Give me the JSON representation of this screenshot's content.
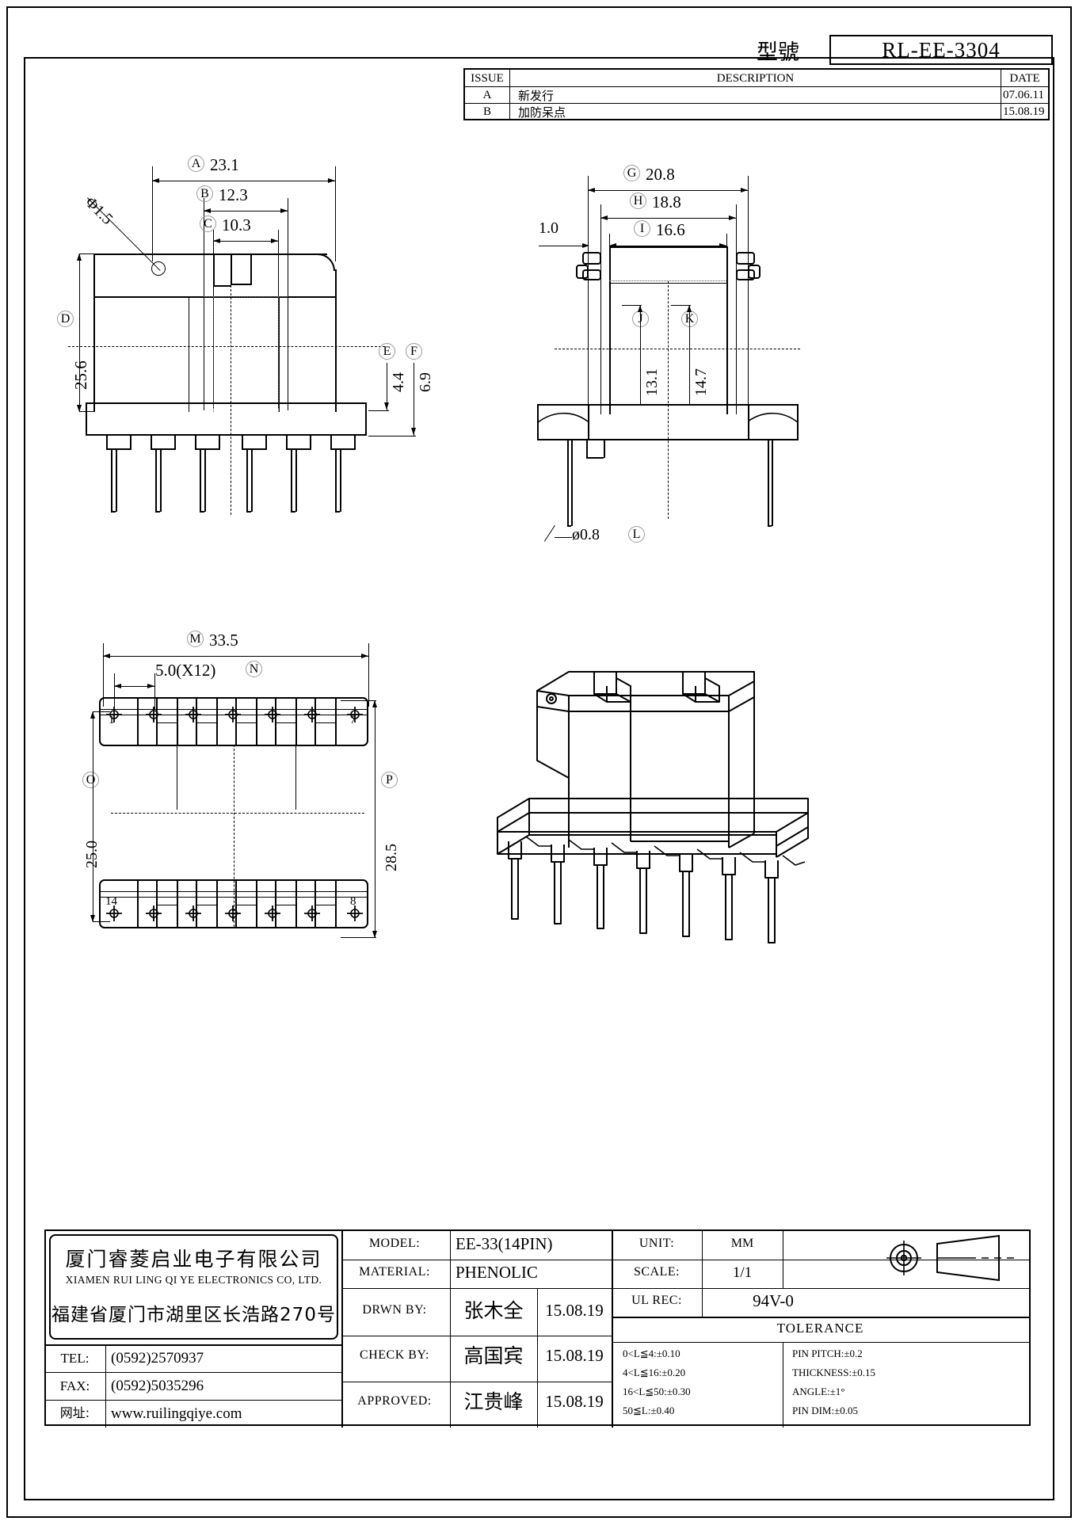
{
  "header": {
    "model_label": "型號",
    "model_value": "RL-EE-3304"
  },
  "issue_table": {
    "columns": [
      "ISSUE",
      "DESCRIPTION",
      "DATE"
    ],
    "rows": [
      {
        "issue": "A",
        "description": "新发行",
        "date": "07.06.11"
      },
      {
        "issue": "B",
        "description": "加防呆点",
        "date": "15.08.19"
      }
    ]
  },
  "views": {
    "front": {
      "dims": [
        {
          "tag": "A",
          "value": "23.1"
        },
        {
          "tag": "B",
          "value": "12.3"
        },
        {
          "tag": "C",
          "value": "10.3"
        },
        {
          "tag": "D",
          "value": "25.6"
        },
        {
          "tag": "E",
          "value": "4.4"
        },
        {
          "tag": "F",
          "value": "6.9"
        }
      ],
      "notes": [
        "Φ1.5"
      ]
    },
    "side": {
      "dims": [
        {
          "tag": "G",
          "value": "20.8"
        },
        {
          "tag": "H",
          "value": "18.8"
        },
        {
          "tag": "I",
          "value": "16.6"
        },
        {
          "tag": "J",
          "value": "13.1"
        },
        {
          "tag": "K",
          "value": "14.7"
        },
        {
          "tag": "L",
          "value": "ø0.8"
        }
      ],
      "notes": [
        "1.0"
      ]
    },
    "bottom": {
      "dims": [
        {
          "tag": "M",
          "value": "33.5"
        },
        {
          "tag": "N",
          "value": "5.0(X12)"
        },
        {
          "tag": "O",
          "value": "25.0"
        },
        {
          "tag": "P",
          "value": "28.5"
        }
      ],
      "pin_labels": [
        "1",
        "7",
        "14",
        "8"
      ]
    }
  },
  "title_block": {
    "company_cn": "厦门睿菱启业电子有限公司",
    "company_en": "XIAMEN RUI LING QI YE ELECTRONICS CO, LTD.",
    "address_cn": "福建省厦门市湖里区长浩路270号",
    "contacts": [
      {
        "label": "TEL:",
        "value": "(0592)2570937"
      },
      {
        "label": "FAX:",
        "value": "(0592)5035296"
      },
      {
        "label": "网址:",
        "value": "www.ruilingqiye.com"
      }
    ],
    "fields": [
      {
        "label": "MODEL:",
        "value": "EE-33(14PIN)"
      },
      {
        "label": "MATERIAL:",
        "value": "PHENOLIC"
      },
      {
        "label": "DRWN BY:",
        "value": "张木全",
        "date": "15.08.19"
      },
      {
        "label": "CHECK BY:",
        "value": "高国宾",
        "date": "15.08.19"
      },
      {
        "label": "APPROVED:",
        "value": "江贵峰",
        "date": "15.08.19"
      }
    ],
    "unit_label": "UNIT:",
    "unit_value": "MM",
    "scale_label": "SCALE:",
    "scale_value": "1/1",
    "ul_label": "UL REC:",
    "ul_value": "94V-0",
    "tolerance_title": "TOLERANCE",
    "tolerance_left": [
      "0<L≦4:±0.10",
      "4<L≦16:±0.20",
      "16<L≦50:±0.30",
      "50≦L:±0.40"
    ],
    "tolerance_right": [
      "PIN PITCH:±0.2",
      "THICKNESS:±0.15",
      "ANGLE:±1°",
      "PIN DIM:±0.05"
    ]
  }
}
